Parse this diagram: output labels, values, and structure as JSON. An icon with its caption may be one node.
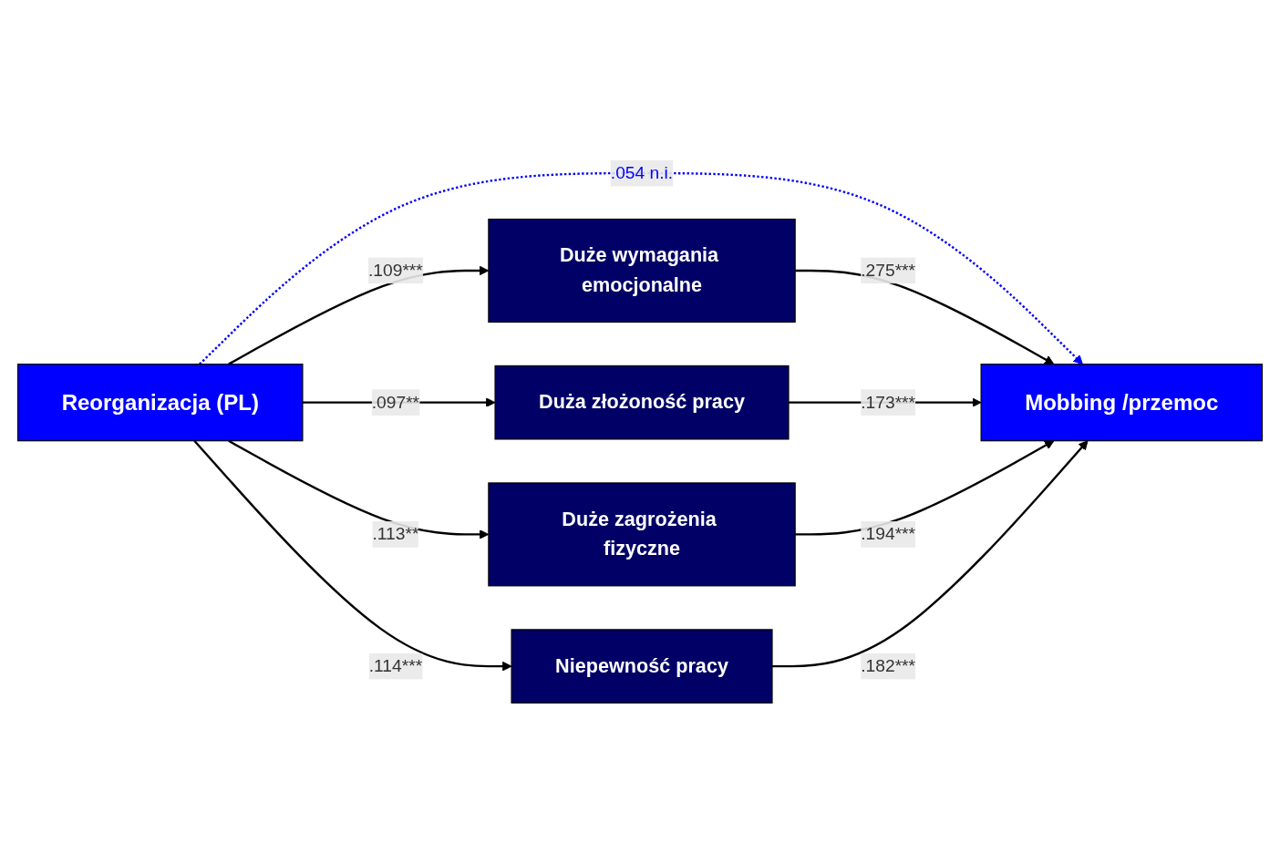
{
  "diagram": {
    "nodes": [
      {
        "text": [
          "Reorganizacja (PL)"
        ]
      },
      {
        "text": [
          "Duże wymagania emocjonalne"
        ]
      },
      {
        "text": [
          "Duża złożoność pracy"
        ]
      },
      {
        "text": [
          "Duże zagrożenia fizyczne"
        ]
      },
      {
        "text": [
          "Niepewność pracy"
        ]
      },
      {
        "text": [
          "Mobbing /przemoc"
        ]
      }
    ],
    "edges": [
      {
        "from": 0,
        "to": 5,
        "arrow": "to",
        "label": ".054 n.i.",
        "style": "dashed",
        "color": "#0000ff"
      },
      {
        "from": 0,
        "to": 1,
        "arrow": "to",
        "label": ".109***"
      },
      {
        "from": 0,
        "to": 2,
        "arrow": "to",
        "label": ".097**"
      },
      {
        "from": 0,
        "to": 3,
        "arrow": "to",
        "label": ".113**"
      },
      {
        "from": 0,
        "to": 4,
        "arrow": "to",
        "label": ".114***"
      },
      {
        "from": 1,
        "to": 5,
        "arrow": "to",
        "label": ".275***"
      },
      {
        "from": 2,
        "to": 5,
        "arrow": "to",
        "label": ".173***"
      },
      {
        "from": 3,
        "to": 5,
        "arrow": "to",
        "label": ".194***"
      },
      {
        "from": 4,
        "to": 5,
        "arrow": "to",
        "label": ".182***"
      }
    ]
  }
}
